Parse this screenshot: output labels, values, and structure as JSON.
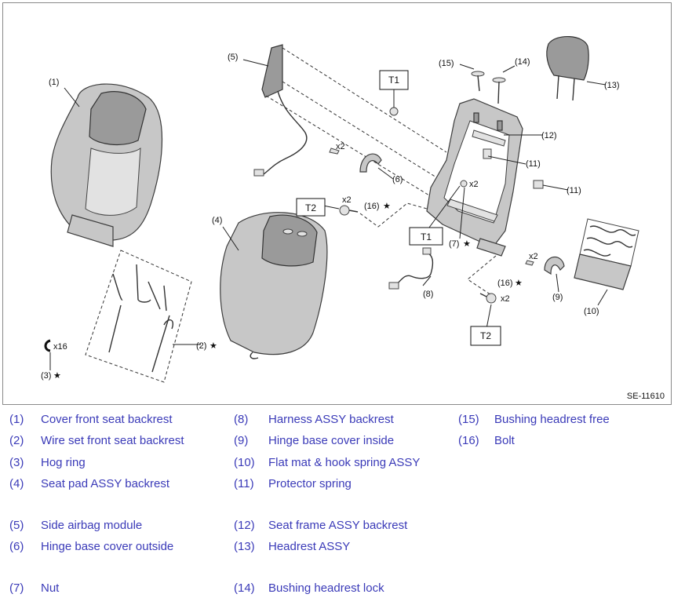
{
  "diagram": {
    "code": "SE-11610",
    "callouts": {
      "c1": "(1)",
      "c2": "(2)",
      "c3": "(3)",
      "c4": "(4)",
      "c5": "(5)",
      "c6": "(6)",
      "c7": "(7)",
      "c8": "(8)",
      "c9": "(9)",
      "c10": "(10)",
      "c11a": "(11)",
      "c11b": "(11)",
      "c12": "(12)",
      "c13": "(13)",
      "c14": "(14)",
      "c15": "(15)",
      "c16a": "(16)",
      "c16b": "(16)"
    },
    "torque_boxes": {
      "t1_top": "T1",
      "t1_bottom": "T1",
      "t2_left": "T2",
      "t2_bottom": "T2"
    },
    "quantities": {
      "hog_ring": "x16",
      "bolt_upper": "x2",
      "bolt_lower": "x2",
      "nut": "x2",
      "screw_outside": "x2",
      "screw_inside": "x2"
    },
    "star": "★"
  },
  "legend": {
    "col1": [
      {
        "num": "(1)",
        "text": "Cover front seat backrest"
      },
      {
        "num": "(2)",
        "text": "Wire set front seat backrest"
      },
      {
        "num": "(3)",
        "text": "Hog ring"
      },
      {
        "num": "(4)",
        "text": "Seat pad ASSY backrest"
      },
      {
        "num": "(5)",
        "text": "Side airbag module"
      },
      {
        "num": "(6)",
        "text": "Hinge base cover outside"
      },
      {
        "num": "(7)",
        "text": "Nut"
      }
    ],
    "col2": [
      {
        "num": "(8)",
        "text": "Harness ASSY backrest"
      },
      {
        "num": "(9)",
        "text": "Hinge base cover inside"
      },
      {
        "num": "(10)",
        "text": "Flat mat & hook spring ASSY"
      },
      {
        "num": "(11)",
        "text": "Protector spring"
      },
      {
        "num": "(12)",
        "text": "Seat frame ASSY backrest"
      },
      {
        "num": "(13)",
        "text": "Headrest ASSY"
      },
      {
        "num": "(14)",
        "text": "Bushing headrest lock"
      }
    ],
    "col3": [
      {
        "num": "(15)",
        "text": "Bushing headrest free"
      },
      {
        "num": "(16)",
        "text": "Bolt"
      }
    ]
  }
}
